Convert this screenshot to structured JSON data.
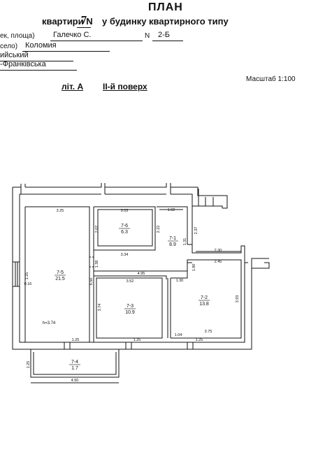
{
  "header": {
    "title": "ПЛАН",
    "apartment_label": "квартири N",
    "apartment_number": "7",
    "building_type": "у будинку квартирного типу",
    "street_label": "ек, площа)",
    "street_value": "Галечко С.",
    "house_label": "N",
    "house_value": "2-Б",
    "settlement_label": "село)",
    "settlement_value": "Коломия",
    "district_value": "ийський",
    "region_value": "-Франківська",
    "scale": "Масштаб 1:100",
    "letter": "літ. А",
    "floor": "ІІ-й поверх"
  },
  "plan": {
    "rooms": [
      {
        "id": "7-5",
        "area": "21.5"
      },
      {
        "id": "7-6",
        "area": "6.3"
      },
      {
        "id": "7-1",
        "area": "8.9"
      },
      {
        "id": "7-3",
        "area": "10.9"
      },
      {
        "id": "7-2",
        "area": "13.8"
      },
      {
        "id": "7-4",
        "area": "1.7"
      }
    ],
    "height_label": "h=3.74",
    "dimensions": {
      "d325": "3.25",
      "d303": "3.03",
      "d162": "1.62",
      "d207": "2.07",
      "d222": "2.22",
      "d237": "2.37",
      "d131": "1.31",
      "d334": "3.34",
      "d230": "2.30",
      "d245": "2.45",
      "d138": "1.38",
      "d495": "4.95",
      "d352": "3.52",
      "d130": "1.30",
      "d190": "1.90",
      "d125a": "1.25",
      "d016": "0.16",
      "d650": "6.50",
      "d374": "3.74",
      "d393": "3.93",
      "d125b": "1.25",
      "d125c": "1.25",
      "d104": "1.04",
      "d125d": "1.25",
      "d375": "3.75",
      "d125e": "1.25",
      "d450": "4.50"
    }
  }
}
